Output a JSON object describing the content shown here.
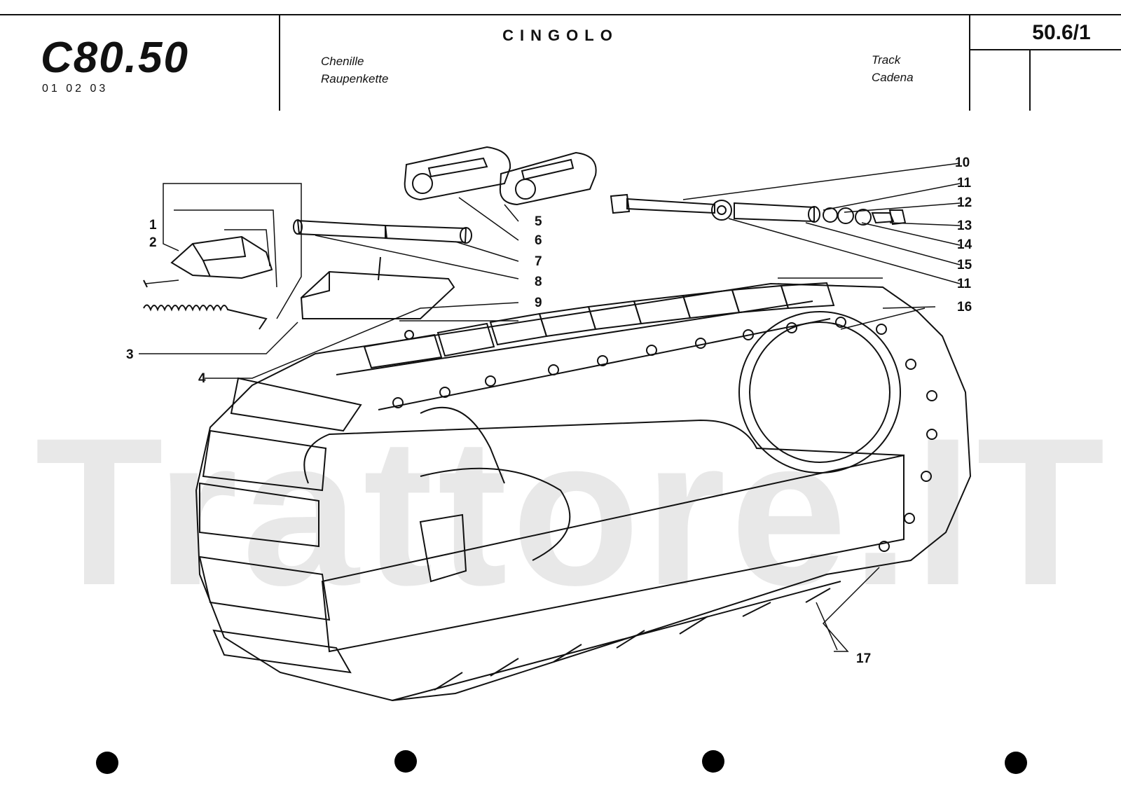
{
  "header": {
    "logo": "C80.50",
    "logo_codes": "01 02 03",
    "title": "CINGOLO",
    "fr": "Chenille",
    "de": "Raupenkette",
    "en": "Track",
    "es": "Cadena",
    "page_ref": "50.6/1"
  },
  "watermark": "Trattore.IT",
  "callouts": [
    "1",
    "2",
    "3",
    "4",
    "5",
    "6",
    "7",
    "8",
    "9",
    "10",
    "11",
    "12",
    "13",
    "14",
    "15",
    "11",
    "16",
    "17"
  ]
}
